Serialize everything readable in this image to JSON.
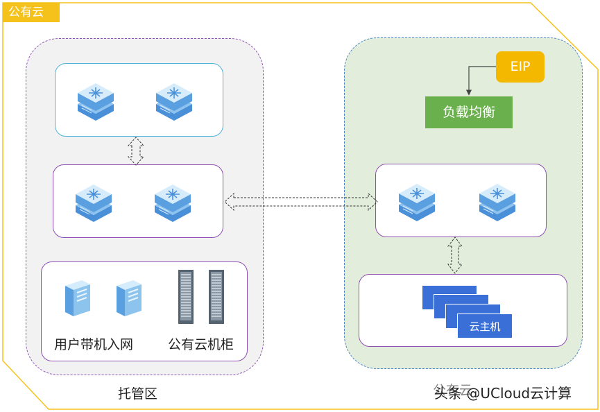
{
  "public_cloud_tag": "公有云",
  "hosting_zone": {
    "label": "托管区",
    "servers_label": "用户带机入网",
    "cabinets_label": "公有云机柜"
  },
  "public_cloud_zone": {
    "label": "公有云",
    "eip_label": "EIP",
    "load_balancer_label": "负载均衡",
    "vm_label": "云主机"
  },
  "watermark": "头条 @UCloud云计算",
  "colors": {
    "tag": "#f5c21b",
    "eip": "#f5b800",
    "load_balancer": "#6ab04c",
    "hosting_zone_fill": "#f2f2f2",
    "public_zone_fill": "#e2eedb",
    "vm": "#3a6fd8"
  }
}
